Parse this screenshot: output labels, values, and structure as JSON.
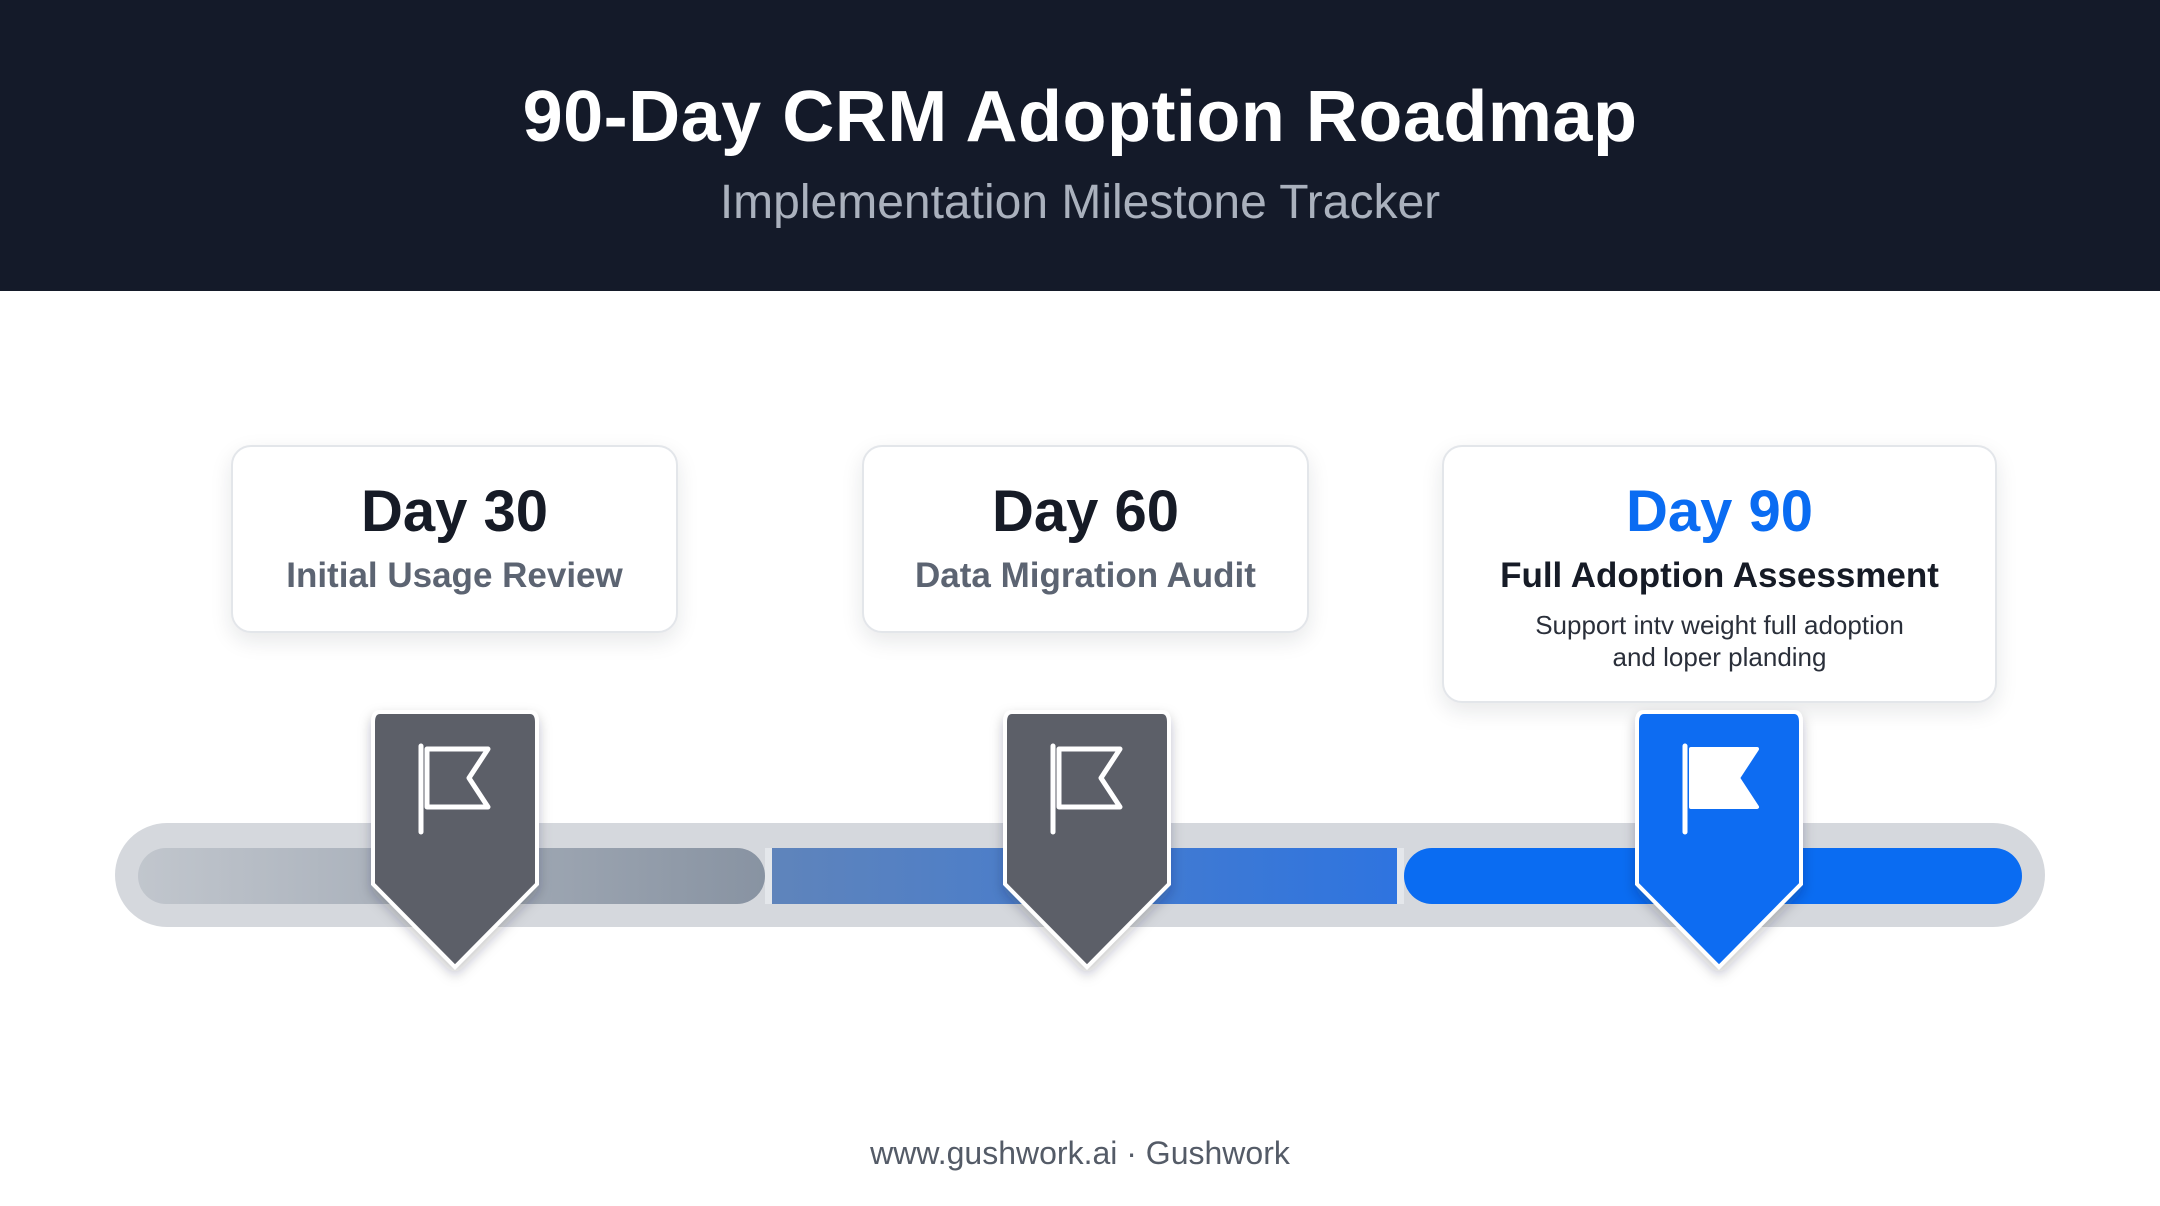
{
  "header": {
    "title": "90-Day CRM Adoption Roadmap",
    "subtitle": "Implementation Milestone Tracker",
    "background_color": "#141a29"
  },
  "milestones": [
    {
      "day": "Day 30",
      "name": "Initial Usage Review",
      "description": "",
      "active": false,
      "icon": "flag-icon",
      "marker_color": "#5b5f68"
    },
    {
      "day": "Day 60",
      "name": "Data Migration Audit",
      "description": "",
      "active": false,
      "icon": "flag-icon",
      "marker_color": "#5b5f68"
    },
    {
      "day": "Day 90",
      "name": "Full Adoption Assessment",
      "description_lines": [
        "Support intv weight full adoption",
        "and loper planding"
      ],
      "active": true,
      "icon": "flag-icon",
      "marker_color": "#0a6cf2"
    }
  ],
  "timeline": {
    "track_color": "#d5d8dd",
    "segment_colors": [
      "#9ea6b2",
      "#5b82bd",
      "#0a6cf2"
    ]
  },
  "footer": {
    "text": "www.gushwork.ai · Gushwork"
  }
}
